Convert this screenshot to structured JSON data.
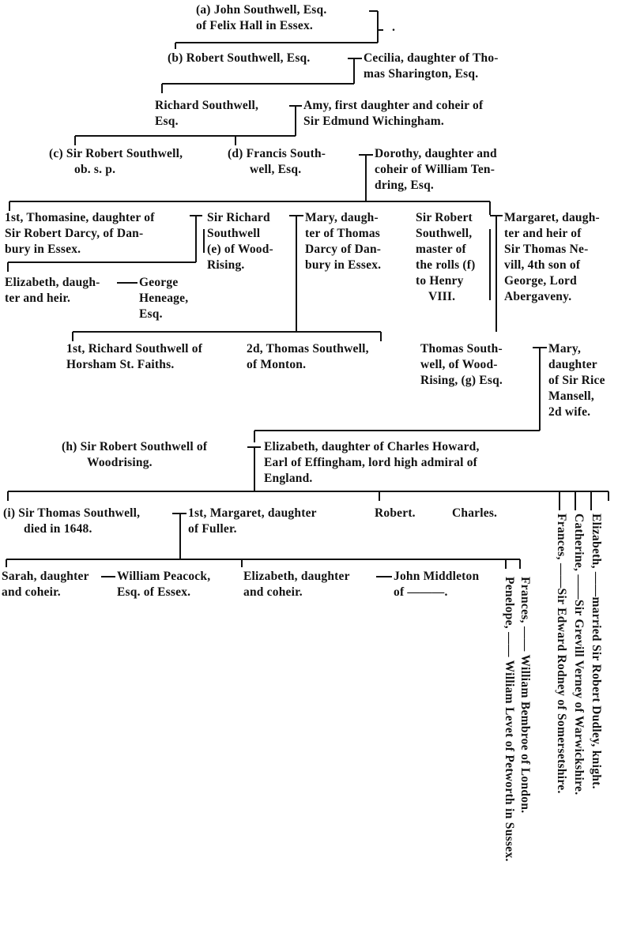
{
  "gen1": {
    "john": [
      "(a) John Southwell, Esq.",
      "of Felix Hall in Essex."
    ]
  },
  "gen2": {
    "robert": "(b) Robert Southwell, Esq.",
    "cecilia": [
      "Cecilia, daughter of Tho-",
      "mas Sharington, Esq."
    ]
  },
  "gen3": {
    "richard": [
      "Richard Southwell,",
      "Esq."
    ],
    "amy": [
      "Amy, first daughter and coheir of",
      "Sir Edmund Wichingham."
    ]
  },
  "gen4": {
    "sir_robert": [
      "(c) Sir Robert Southwell,",
      "ob. s. p."
    ],
    "francis": [
      "(d) Francis South-",
      "well, Esq."
    ],
    "dorothy": [
      "Dorothy, daughter and",
      "coheir of William Ten-",
      "dring, Esq."
    ]
  },
  "gen5": {
    "thomasine": [
      "1st, Thomasine, daughter of",
      "Sir Robert Darcy, of Dan-",
      "bury in Essex."
    ],
    "sir_richard": [
      "Sir Richard",
      "Southwell",
      "(e) of Wood-",
      "Rising."
    ],
    "mary_darcy": [
      "Mary, daugh-",
      "ter of Thomas",
      "Darcy of Dan-",
      "bury in Essex."
    ],
    "sir_robert_rolls": [
      "Sir Robert",
      "Southwell,",
      "master of",
      "the rolls (f)",
      "to Henry",
      "VIII."
    ],
    "margaret_nevill": [
      "Margaret, daugh-",
      "ter and heir of",
      "Sir Thomas Ne-",
      "vill, 4th son of",
      "George, Lord",
      "Abergaveny."
    ]
  },
  "gen5b": {
    "elizabeth": [
      "Elizabeth, daugh-",
      "ter and heir."
    ],
    "george": [
      "George",
      "Heneage,",
      "Esq."
    ]
  },
  "gen6": {
    "richard_horsham": [
      "1st, Richard Southwell of",
      "Horsham St. Faiths."
    ],
    "thomas_monton": [
      "2d, Thomas Southwell,",
      "of Monton."
    ],
    "thomas_woodrising": [
      "Thomas South-",
      "well, of Wood-",
      "Rising, (g) Esq."
    ],
    "mary_mansell": [
      "Mary,",
      "daughter",
      "of Sir Rice",
      "Mansell,",
      "2d wife."
    ]
  },
  "gen7": {
    "sir_robert_h": [
      "(h) Sir Robert Southwell of",
      "Woodrising."
    ],
    "elizabeth_howard": [
      "Elizabeth, daughter of Charles Howard,",
      "Earl of Effingham, lord high admiral of",
      "England."
    ]
  },
  "gen8": {
    "sir_thomas": [
      "(i) Sir Thomas Southwell,",
      "died in 1648."
    ],
    "margaret_fuller": [
      "1st, Margaret, daughter",
      "of Fuller."
    ],
    "robert": "Robert.",
    "charles": "Charles."
  },
  "gen8_daughters": {
    "elizabeth": "Elizabeth, ——married Sir Robert Dudley, knight.",
    "catherine": "Catherine, ——Sir Grevill Verney of Warwickshire.",
    "frances": "Frances, ——Sir Edward Rodney of Somersetshire."
  },
  "gen9": {
    "sarah": [
      "Sarah, daughter",
      "and coheir."
    ],
    "william_peacock": [
      "William Peacock,",
      "Esq. of Essex."
    ],
    "elizabeth_coheir": [
      "Elizabeth, daughter",
      "and coheir."
    ],
    "john_middleton": [
      "John Middleton",
      "of ———."
    ]
  },
  "gen9_daughters": {
    "frances": "Frances, —— William Bembroe of London.",
    "penelope": "Penelope, —— William Levet of Petworth in Sussex."
  },
  "marks": {
    "dash_long": "—",
    "dot": "."
  }
}
